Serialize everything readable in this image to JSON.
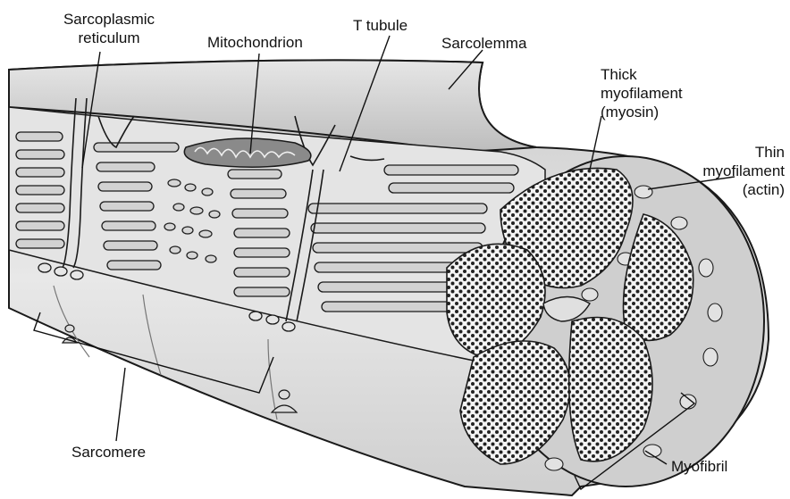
{
  "labels": {
    "sarcoplasmic_reticulum": "Sarcoplasmic\nreticulum",
    "mitochondrion": "Mitochondrion",
    "t_tubule": "T tubule",
    "sarcolemma": "Sarcolemma",
    "thick_myofilament": "Thick\nmyofilament\n(myosin)",
    "thin_myofilament": "Thin\nmyofilament\n(actin)",
    "sarcomere": "Sarcomere",
    "myofibril": "Myofibril"
  },
  "colors": {
    "outline": "#1a1a1a",
    "membrane_light": "#f2f2f2",
    "membrane_mid": "#d9d9d9",
    "membrane_dark": "#a8a8a8",
    "tubule_fill": "#c8c8c8",
    "stipple": "#222222"
  }
}
